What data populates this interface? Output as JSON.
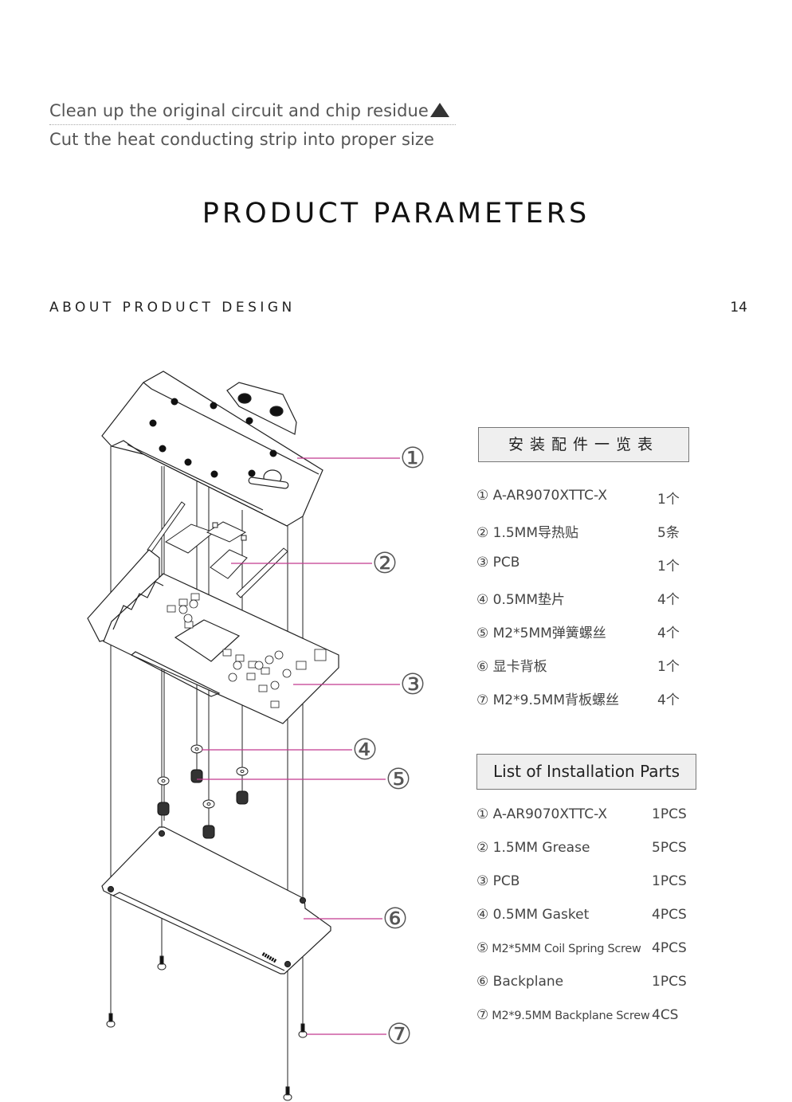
{
  "notes": {
    "line1": "Clean up the original circuit and chip residue",
    "line1_marker": "triangle-up-icon",
    "line2": "Cut the heat conducting strip into proper size"
  },
  "page_title": "PRODUCT PARAMETERS",
  "section_title": "ABOUT PRODUCT DESIGN",
  "page_number": "14",
  "diagram": {
    "callouts": [
      "①",
      "②",
      "③",
      "④",
      "⑤",
      "⑥",
      "⑦"
    ],
    "leader_color": "#c2398f"
  },
  "cn_list": {
    "title": "安装配件一览表",
    "items": [
      {
        "name": "① A-AR9070XTTC-X",
        "qty": "1个"
      },
      {
        "name": "② 1.5MM导热贴",
        "qty": "5条"
      },
      {
        "name": "③  PCB",
        "qty": "1个"
      },
      {
        "name": "④  0.5MM垫片",
        "qty": "4个"
      },
      {
        "name": "⑤ M2*5MM弹簧螺丝",
        "qty": "4个"
      },
      {
        "name": "⑥  显卡背板",
        "qty": "1个"
      },
      {
        "name": "⑦ M2*9.5MM背板螺丝",
        "qty": "4个"
      }
    ]
  },
  "en_list": {
    "title": "List of Installation Parts",
    "items": [
      {
        "num": "①",
        "name": " A-AR9070XTTC-X",
        "qty": "1PCS"
      },
      {
        "num": "②",
        "name": " 1.5MM Grease",
        "qty": "5PCS"
      },
      {
        "num": "③",
        "name": "  PCB",
        "qty": "1PCS"
      },
      {
        "num": "④",
        "name": " 0.5MM  Gasket",
        "qty": "4PCS"
      },
      {
        "num": "⑤",
        "name": " M2*5MM Coil Spring Screw",
        "qty": "4PCS"
      },
      {
        "num": "⑥",
        "name": " Backplane",
        "qty": "1PCS"
      },
      {
        "num": "⑦",
        "name": " M2*9.5MM Backplane Screw",
        "qty": "4CS"
      }
    ]
  }
}
